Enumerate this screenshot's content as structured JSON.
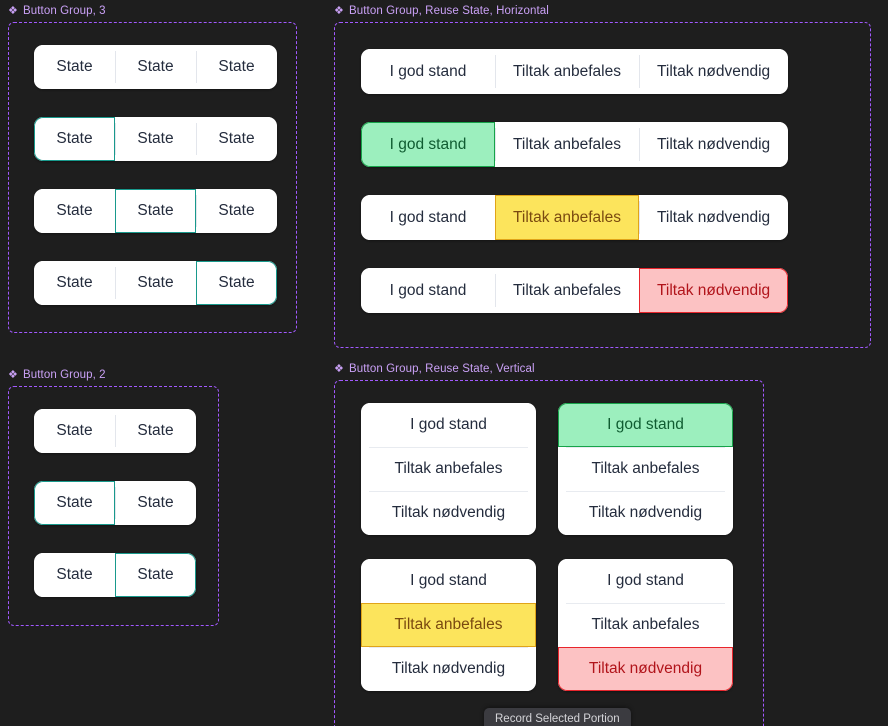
{
  "canvas": {
    "background": "#1e1e1e"
  },
  "palette": {
    "frame_border": "#a259ff",
    "label_text": "#c9a0f5",
    "button_face": "#ffffff",
    "button_text": "#242c3d",
    "teal_border": "#18998c",
    "green_fill": "#9cefbe",
    "green_border": "#17a34a",
    "green_text": "#0f5c31",
    "yellow_fill": "#fce45c",
    "yellow_border": "#e0a419",
    "yellow_text": "#7a4a10",
    "red_fill": "#fcc2c3",
    "red_border": "#e8252c",
    "red_text": "#b1141b"
  },
  "icons": {
    "component": "❖"
  },
  "frames": {
    "a": {
      "label": "Button Group, 3",
      "icon": "component-diamond-icon",
      "rows": [
        {
          "segments": [
            {
              "label": "State",
              "state": "none"
            },
            {
              "label": "State",
              "state": "none"
            },
            {
              "label": "State",
              "state": "none"
            }
          ]
        },
        {
          "segments": [
            {
              "label": "State",
              "state": "teal"
            },
            {
              "label": "State",
              "state": "none"
            },
            {
              "label": "State",
              "state": "none"
            }
          ]
        },
        {
          "segments": [
            {
              "label": "State",
              "state": "none"
            },
            {
              "label": "State",
              "state": "teal"
            },
            {
              "label": "State",
              "state": "none"
            }
          ]
        },
        {
          "segments": [
            {
              "label": "State",
              "state": "none"
            },
            {
              "label": "State",
              "state": "none"
            },
            {
              "label": "State",
              "state": "teal"
            }
          ]
        }
      ]
    },
    "b": {
      "label": "Button Group, Reuse State, Horizontal",
      "icon": "component-diamond-icon",
      "rows": [
        {
          "segments": [
            {
              "label": "I god stand",
              "state": "none"
            },
            {
              "label": "Tiltak anbefales",
              "state": "none"
            },
            {
              "label": "Tiltak nødvendig",
              "state": "none"
            }
          ]
        },
        {
          "segments": [
            {
              "label": "I god stand",
              "state": "green"
            },
            {
              "label": "Tiltak anbefales",
              "state": "none"
            },
            {
              "label": "Tiltak nødvendig",
              "state": "none"
            }
          ]
        },
        {
          "segments": [
            {
              "label": "I god stand",
              "state": "none"
            },
            {
              "label": "Tiltak anbefales",
              "state": "yellow"
            },
            {
              "label": "Tiltak nødvendig",
              "state": "none"
            }
          ]
        },
        {
          "segments": [
            {
              "label": "I god stand",
              "state": "none"
            },
            {
              "label": "Tiltak anbefales",
              "state": "none"
            },
            {
              "label": "Tiltak nødvendig",
              "state": "red"
            }
          ]
        }
      ]
    },
    "c": {
      "label": "Button Group, 2",
      "icon": "component-diamond-icon",
      "rows": [
        {
          "segments": [
            {
              "label": "State",
              "state": "none"
            },
            {
              "label": "State",
              "state": "none"
            }
          ]
        },
        {
          "segments": [
            {
              "label": "State",
              "state": "teal"
            },
            {
              "label": "State",
              "state": "none"
            }
          ]
        },
        {
          "segments": [
            {
              "label": "State",
              "state": "none"
            },
            {
              "label": "State",
              "state": "teal"
            }
          ]
        }
      ]
    },
    "d": {
      "label": "Button Group, Reuse State, Vertical",
      "icon": "component-diamond-icon",
      "columns": [
        {
          "segments": [
            {
              "label": "I god stand",
              "state": "none"
            },
            {
              "label": "Tiltak anbefales",
              "state": "none"
            },
            {
              "label": "Tiltak nødvendig",
              "state": "none"
            }
          ]
        },
        {
          "segments": [
            {
              "label": "I god stand",
              "state": "green"
            },
            {
              "label": "Tiltak anbefales",
              "state": "none"
            },
            {
              "label": "Tiltak nødvendig",
              "state": "none"
            }
          ]
        },
        {
          "segments": [
            {
              "label": "I god stand",
              "state": "none"
            },
            {
              "label": "Tiltak anbefales",
              "state": "yellow"
            },
            {
              "label": "Tiltak nødvendig",
              "state": "none"
            }
          ]
        },
        {
          "segments": [
            {
              "label": "I god stand",
              "state": "none"
            },
            {
              "label": "Tiltak anbefales",
              "state": "none"
            },
            {
              "label": "Tiltak nødvendig",
              "state": "red"
            }
          ]
        }
      ]
    }
  },
  "recording": {
    "tooltip_label": "Record Selected Portion"
  }
}
